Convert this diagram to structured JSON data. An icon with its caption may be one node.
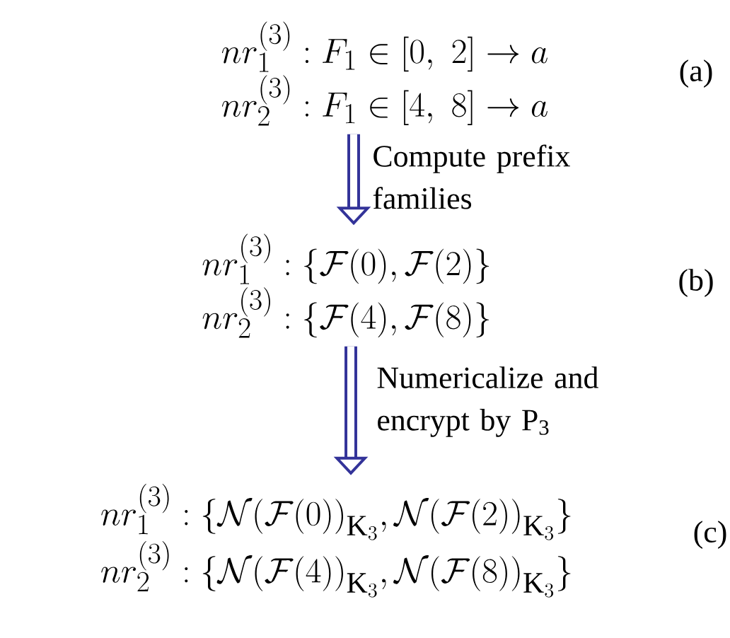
{
  "diagram": {
    "nodes": [
      {
        "text": [
          "nr_1^{(3)}: F_1 \\in [0,\\ 2] \\to a",
          "nr_2^{(3)}: F_1 \\in [4,\\ 8] \\to a"
        ]
      },
      {
        "text": [
          "nr_1^{(3)}: \\{\\mathcal{F}(0), \\mathcal{F}(2)\\}",
          "nr_2^{(3)}: \\{\\mathcal{F}(4), \\mathcal{F}(8)\\}"
        ]
      },
      {
        "text": [
          "nr_1^{(3)}: \\{\\mathcal{N}\\big(\\mathcal{F}(0)\\big)_{\\mathrm{K}_3}, \\mathcal{N}\\big(\\mathcal{F}(2)\\big)_{\\mathrm{K}_3}\\}",
          "nr_2^{(3)}: \\{\\mathcal{N}\\big(\\mathcal{F}(4)\\big)_{\\mathrm{K}_3}, \\mathcal{N}\\big(\\mathcal{F}(8)\\big)_{\\mathrm{K}_3}\\}"
        ]
      }
    ],
    "labels": [
      "(a)",
      "(b)",
      "(c)"
    ],
    "edges": [
      {
        "from": 0,
        "to": 1,
        "arrow": "to",
        "label": "Compute prefix families"
      },
      {
        "from": 1,
        "to": 2,
        "arrow": "to",
        "label": "Numericalize and encrypt by P$_{3}$"
      }
    ]
  }
}
